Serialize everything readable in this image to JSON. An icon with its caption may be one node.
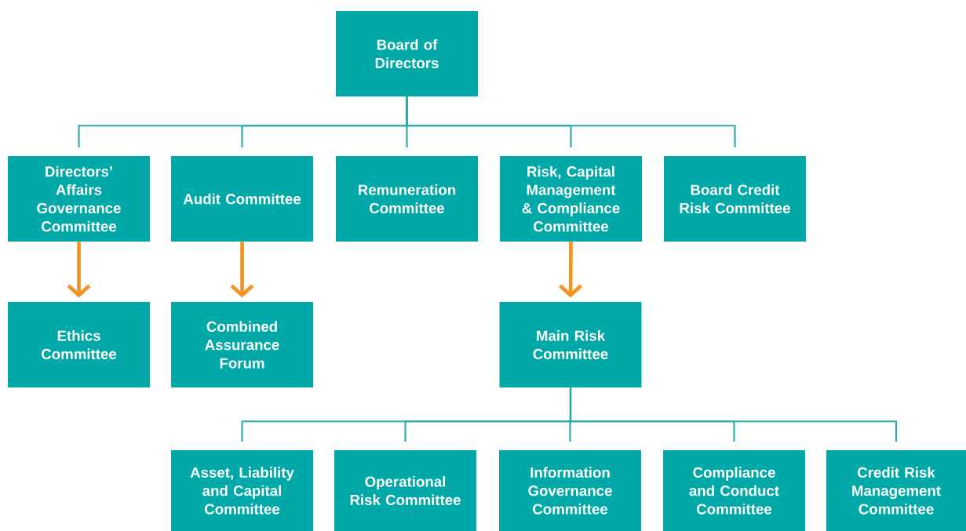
{
  "diagram": {
    "nodes": [
      {
        "text": [
          "Board of Directors"
        ]
      },
      {
        "text": [
          "Directors’ Affairs Governance Committee"
        ]
      },
      {
        "text": [
          "Audit Committee"
        ]
      },
      {
        "text": [
          "Remuneration Committee"
        ]
      },
      {
        "text": [
          "Risk, Capital Management & Compliance Committee"
        ]
      },
      {
        "text": [
          "Board Credit Risk Committee"
        ]
      },
      {
        "text": [
          "Ethics Committee"
        ]
      },
      {
        "text": [
          "Combined Assurance Forum"
        ]
      },
      {
        "text": [
          "Main Risk Committee"
        ]
      },
      {
        "text": [
          "Asset, Liability and Capital Committee"
        ]
      },
      {
        "text": [
          "Operational Risk Committee"
        ]
      },
      {
        "text": [
          "Information Governance Committee"
        ]
      },
      {
        "text": [
          "Compliance and Conduct Committee"
        ]
      },
      {
        "text": [
          "Credit Risk Management Committee"
        ]
      }
    ],
    "edges": [
      {
        "from": 0,
        "to": 1,
        "arrow": "none"
      },
      {
        "from": 0,
        "to": 2,
        "arrow": "none"
      },
      {
        "from": 0,
        "to": 3,
        "arrow": "none"
      },
      {
        "from": 0,
        "to": 4,
        "arrow": "none"
      },
      {
        "from": 0,
        "to": 5,
        "arrow": "none"
      },
      {
        "from": 1,
        "to": 6,
        "arrow": "to",
        "style": "thick",
        "color": "#f39322"
      },
      {
        "from": 2,
        "to": 7,
        "arrow": "to",
        "style": "thick",
        "color": "#f39322"
      },
      {
        "from": 4,
        "to": 8,
        "arrow": "to",
        "style": "thick",
        "color": "#f39322"
      },
      {
        "from": 8,
        "to": 9,
        "arrow": "none"
      },
      {
        "from": 8,
        "to": 10,
        "arrow": "none"
      },
      {
        "from": 8,
        "to": 11,
        "arrow": "none"
      },
      {
        "from": 8,
        "to": 12,
        "arrow": "none"
      },
      {
        "from": 8,
        "to": 13,
        "arrow": "none"
      }
    ]
  }
}
